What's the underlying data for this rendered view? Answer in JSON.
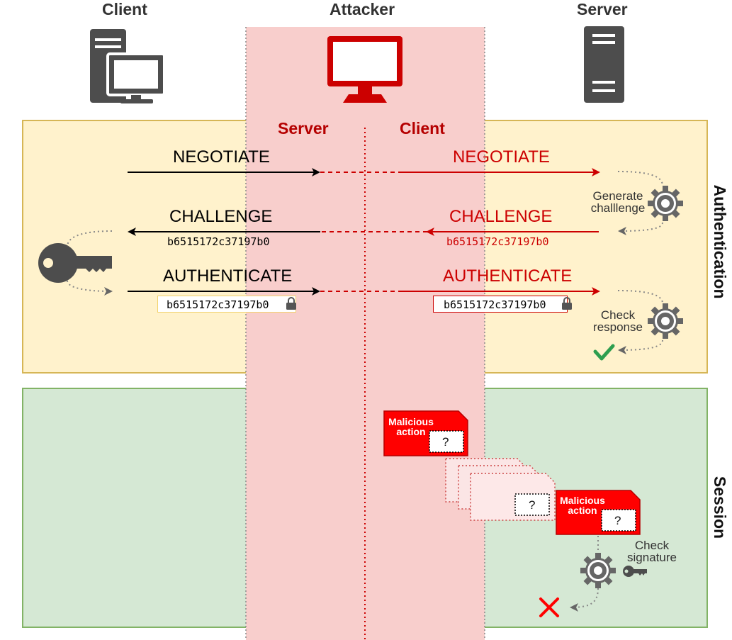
{
  "headers": {
    "client": "Client",
    "attacker": "Attacker",
    "server": "Server"
  },
  "attacker_roles": {
    "server": "Server",
    "client": "Client"
  },
  "phases": {
    "authentication": "Authentication",
    "session": "Session"
  },
  "messages": {
    "negotiate": "NEGOTIATE",
    "challenge": "CHALLENGE",
    "authenticate": "AUTHENTICATE",
    "token": "b6515172c37197b0"
  },
  "server_steps": {
    "generate": "Generate challlenge",
    "check_response": "Check response",
    "check_signature": "Check signature"
  },
  "malicious": {
    "title": "Malicious action",
    "placeholder": "?"
  },
  "colors": {
    "auth_bg": "#fff2cc",
    "auth_border": "#d6b656",
    "session_bg": "#d5e8d4",
    "session_border": "#82b366",
    "attacker_bg": "#f8cecc",
    "attack_red": "#cc0000",
    "icon_gray": "#4d4d4d",
    "check_green": "#2e9e4f",
    "cross_red": "#ff0000"
  }
}
